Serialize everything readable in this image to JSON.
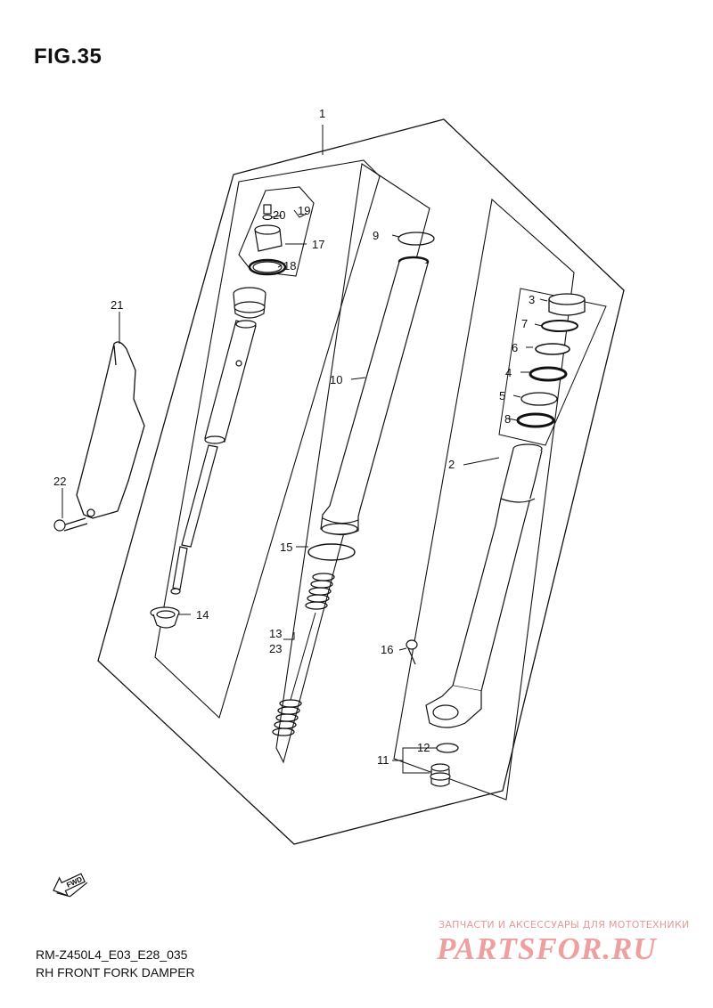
{
  "figure_title": "FIG.35",
  "model_code": "RM-Z450L4_E03_E28_035",
  "caption": "RH FRONT FORK DAMPER",
  "fwd_label": "FWD",
  "watermark": {
    "tagline": "ЗАПЧАСТИ И АКСЕССУАРЫ ДЛЯ МОТОТЕХНИКИ",
    "site": "PARTSFOR.RU",
    "color": "#ee9f9f"
  },
  "callouts": {
    "c1": "1",
    "c2": "2",
    "c3": "3",
    "c4": "4",
    "c5": "5",
    "c6": "6",
    "c7": "7",
    "c8": "8",
    "c9": "9",
    "c10": "10",
    "c11": "11",
    "c12": "12",
    "c13": "13",
    "c14": "14",
    "c15": "15",
    "c16": "16",
    "c17": "17",
    "c18": "18",
    "c19": "19",
    "c20": "20",
    "c21": "21",
    "c22": "22",
    "c23": "23"
  }
}
